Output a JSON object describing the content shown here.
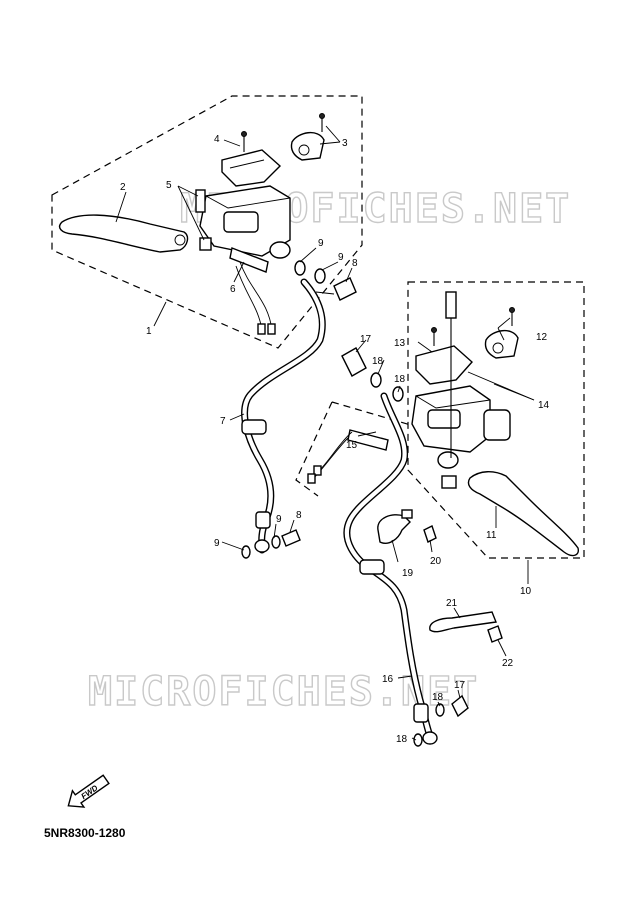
{
  "diagram": {
    "code": "5NR8300-1280",
    "watermark_text": "MICROFICHES.NET",
    "fwd_label": "FWD",
    "callouts": {
      "c1": "1",
      "c2": "2",
      "c3": "3",
      "c4": "4",
      "c5": "5",
      "c6": "6",
      "c7": "7",
      "c8a": "8",
      "c8b": "8",
      "c9a": "9",
      "c9b": "9",
      "c9c": "9",
      "c9d": "9",
      "c10": "10",
      "c11": "11",
      "c12": "12",
      "c13": "13",
      "c14": "14",
      "c15": "15",
      "c16": "16",
      "c17a": "17",
      "c17b": "17",
      "c18a": "18",
      "c18b": "18",
      "c18c": "18",
      "c18d": "18",
      "c19": "19",
      "c20": "20",
      "c21": "21",
      "c22": "22"
    }
  }
}
